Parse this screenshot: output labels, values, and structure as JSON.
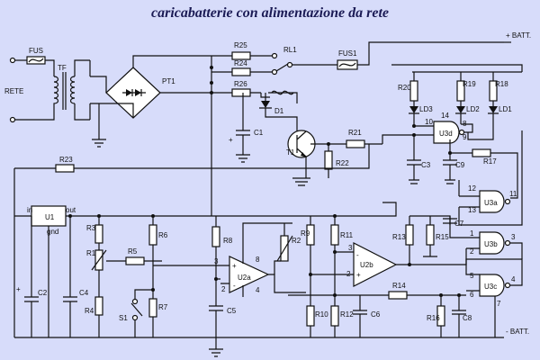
{
  "title": "caricabatterie con alimentazione da rete",
  "labels": {
    "rete": "RETE",
    "fus": "FUS",
    "tf": "TF",
    "pt1": "PT1",
    "fus1": "FUS1",
    "batt_plus": "+ BATT.",
    "batt_minus": "- BATT.",
    "r25": "R25",
    "r24": "R24",
    "r26": "R26",
    "rl1": "RL1",
    "d1": "D1",
    "c1": "C1",
    "t1": "T1",
    "r21": "R21",
    "r22": "R22",
    "r23": "R23",
    "u1": "U1",
    "u1_in": "in",
    "u1_out": "out",
    "u1_gnd": "gnd",
    "c2": "C2",
    "c4": "C4",
    "r1": "R1",
    "r3": "R3",
    "r4": "R4",
    "r5": "R5",
    "r6": "R6",
    "r7": "R7",
    "r8": "R8",
    "r2": "R2",
    "r9": "R9",
    "r10": "R10",
    "r11": "R11",
    "r12": "R12",
    "s1": "S1",
    "c5": "C5",
    "c6": "C6",
    "u2a": "U2a",
    "u2b": "U2b",
    "r13": "R13",
    "r14": "R14",
    "r15": "R15",
    "r16": "R16",
    "r17": "R17",
    "r18": "R18",
    "r19": "R19",
    "r20": "R20",
    "c3": "C3",
    "c7": "C7",
    "c8": "C8",
    "c9": "C9",
    "ld1": "LD1",
    "ld2": "LD2",
    "ld3": "LD3",
    "u3a": "U3a",
    "u3b": "U3b",
    "u3c": "U3c",
    "u3d": "U3d",
    "p1": "1",
    "p2": "2",
    "p3": "3",
    "p4": "4",
    "p5": "5",
    "p6": "6",
    "p7": "7",
    "p8": "8",
    "p9": "9",
    "p10": "10",
    "p11": "11",
    "p12": "12",
    "p13": "13",
    "p14": "14",
    "plus": "+",
    "minus": "-"
  }
}
